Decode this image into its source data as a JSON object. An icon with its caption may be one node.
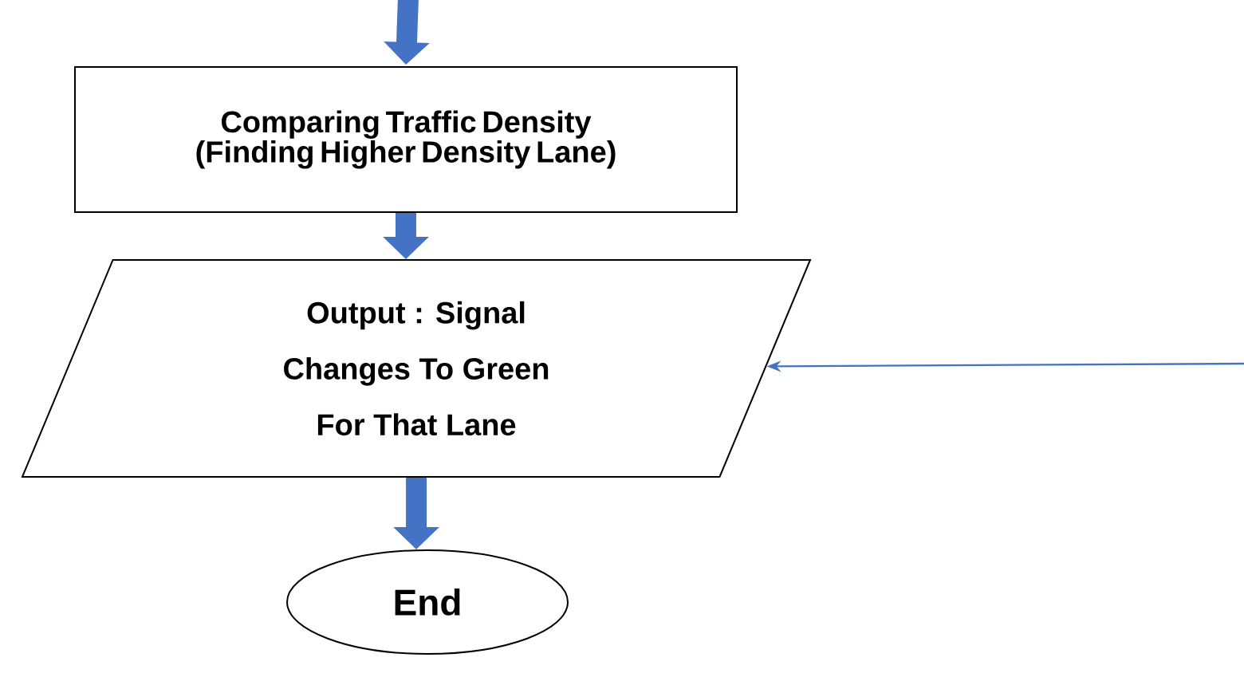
{
  "diagram": {
    "nodes": [
      {
        "text": [
          "Comparing Traffic Density (Finding Higher Density Lane)"
        ]
      },
      {
        "text": [
          "Output : Signal Changes To Green For That Lane"
        ]
      },
      {
        "text": [
          "End"
        ]
      }
    ],
    "edges": [
      {
        "from": null,
        "to": 0,
        "arrow": "to"
      },
      {
        "from": 0,
        "to": 1,
        "arrow": "to"
      },
      {
        "from": 1,
        "to": 2,
        "arrow": "to"
      },
      {
        "from": null,
        "to": 1,
        "arrow": "to",
        "color": "#4472c4"
      }
    ]
  }
}
